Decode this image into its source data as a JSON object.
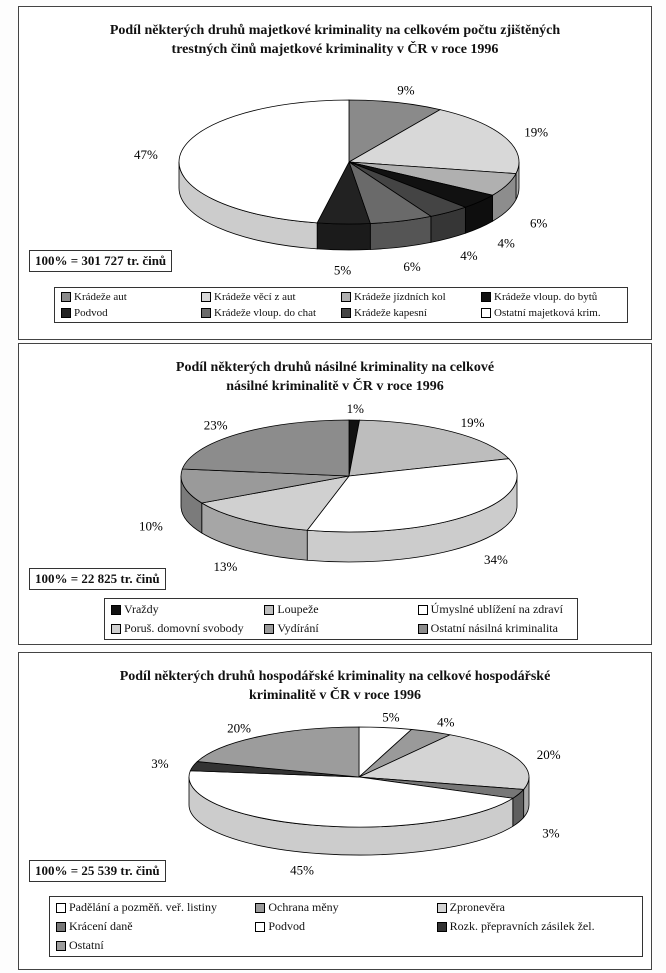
{
  "chart_data": [
    {
      "type": "pie",
      "title": "Podíl některých druhů majetkové kriminality na celkovém počtu zjištěných trestných činů majetkové kriminality v ČR v roce 1996",
      "total": "100% = 301 727 tr. činů",
      "categories": [
        "Krádeže aut",
        "Krádeže věcí z aut",
        "Krádeže jízdních kol",
        "Krádeže vloup. do bytů",
        "Podvod",
        "Krádeže vloup. do chat",
        "Krádeže kapesní",
        "Ostatní majetková krim."
      ],
      "values": [
        9,
        19,
        6,
        4,
        5,
        6,
        4,
        47
      ],
      "labels": [
        "9%",
        "19%",
        "6%",
        "4%",
        "5%",
        "6%",
        "4%",
        "47%"
      ],
      "slice_order": [
        0,
        1,
        2,
        3,
        6,
        5,
        4,
        7
      ],
      "colors": [
        "#8a8a8a",
        "#d8d8d8",
        "#b0b0b0",
        "#111111",
        "#222222",
        "#6a6a6a",
        "#444444",
        "#ffffff"
      ]
    },
    {
      "type": "pie",
      "title": "Podíl některých druhů násilné kriminality na celkové násilné kriminalitě v ČR v roce 1996",
      "total": "100% = 22 825 tr. činů",
      "categories": [
        "Vraždy",
        "Loupeže",
        "Úmyslné ublížení na zdraví",
        "Poruš. domovní svobody",
        "Vydírání",
        "Ostatní násilná kriminalita"
      ],
      "values": [
        1,
        19,
        34,
        13,
        10,
        23
      ],
      "labels": [
        "1%",
        "19%",
        "34%",
        "13%",
        "10%",
        "23%"
      ],
      "slice_order": [
        0,
        1,
        2,
        3,
        4,
        5
      ],
      "colors": [
        "#111111",
        "#bdbdbd",
        "#ffffff",
        "#d0d0d0",
        "#9a9a9a",
        "#8c8c8c"
      ]
    },
    {
      "type": "pie",
      "title": "Podíl některých druhů hospodářské kriminality na celkové hospodářské kriminalitě v ČR v roce 1996",
      "total": "100% = 25 539 tr. činů",
      "categories": [
        "Padělání a pozměň. veř. listiny",
        "Ochrana měny",
        "Zpronevěra",
        "Krácení daně",
        "Podvod",
        "Rozk. přepravních zásilek žel.",
        "Ostatní"
      ],
      "values": [
        5,
        4,
        20,
        3,
        45,
        3,
        20
      ],
      "labels": [
        "5%",
        "4%",
        "20%",
        "3%",
        "45%",
        "3%",
        "20%"
      ],
      "slice_order": [
        0,
        1,
        2,
        3,
        4,
        5,
        6
      ],
      "colors": [
        "#ffffff",
        "#9a9a9a",
        "#d4d4d4",
        "#777777",
        "#ffffff",
        "#333333",
        "#9c9c9c"
      ]
    }
  ]
}
